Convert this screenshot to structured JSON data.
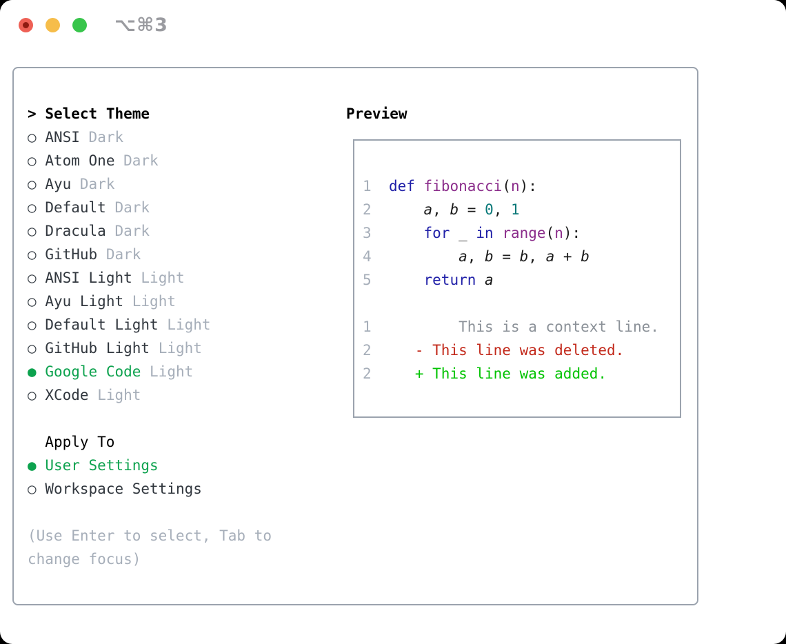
{
  "window": {
    "title": "⌥⌘3",
    "traffic_buttons": [
      "close",
      "minimize",
      "zoom"
    ]
  },
  "picker": {
    "prompt": ">",
    "header": "Select Theme",
    "unselected_bullet": "○",
    "selected_bullet": "●",
    "items": [
      {
        "name": "ANSI",
        "variant": "Dark",
        "selected": false
      },
      {
        "name": "Atom One",
        "variant": "Dark",
        "selected": false
      },
      {
        "name": "Ayu",
        "variant": "Dark",
        "selected": false
      },
      {
        "name": "Default",
        "variant": "Dark",
        "selected": false
      },
      {
        "name": "Dracula",
        "variant": "Dark",
        "selected": false
      },
      {
        "name": "GitHub",
        "variant": "Dark",
        "selected": false
      },
      {
        "name": "ANSI Light",
        "variant": "Light",
        "selected": false
      },
      {
        "name": "Ayu Light",
        "variant": "Light",
        "selected": false
      },
      {
        "name": "Default Light",
        "variant": "Light",
        "selected": false
      },
      {
        "name": "GitHub Light",
        "variant": "Light",
        "selected": false
      },
      {
        "name": "Google Code",
        "variant": "Light",
        "selected": true
      },
      {
        "name": "XCode",
        "variant": "Light",
        "selected": false
      }
    ],
    "apply_to": {
      "header": "Apply To",
      "options": [
        {
          "label": "User Settings",
          "selected": true
        },
        {
          "label": "Workspace Settings",
          "selected": false
        }
      ]
    },
    "hint": "(Use Enter to select, Tab to change focus)"
  },
  "preview": {
    "header": "Preview",
    "code_lines": [
      {
        "number": "1",
        "tokens": [
          {
            "text": "def",
            "type": "keyword"
          },
          {
            "text": " ",
            "type": "plain"
          },
          {
            "text": "fibonacci",
            "type": "function"
          },
          {
            "text": "(",
            "type": "plain"
          },
          {
            "text": "n",
            "type": "function"
          },
          {
            "text": "):",
            "type": "plain"
          }
        ]
      },
      {
        "number": "2",
        "tokens": [
          {
            "text": "    ",
            "type": "plain"
          },
          {
            "text": "a",
            "type": "variable"
          },
          {
            "text": ", ",
            "type": "plain"
          },
          {
            "text": "b",
            "type": "variable"
          },
          {
            "text": " = ",
            "type": "plain"
          },
          {
            "text": "0",
            "type": "literal"
          },
          {
            "text": ", ",
            "type": "plain"
          },
          {
            "text": "1",
            "type": "literal"
          }
        ]
      },
      {
        "number": "3",
        "tokens": [
          {
            "text": "    ",
            "type": "plain"
          },
          {
            "text": "for",
            "type": "keyword"
          },
          {
            "text": " _ ",
            "type": "plain"
          },
          {
            "text": "in",
            "type": "keyword"
          },
          {
            "text": " ",
            "type": "plain"
          },
          {
            "text": "range",
            "type": "function"
          },
          {
            "text": "(",
            "type": "plain"
          },
          {
            "text": "n",
            "type": "function"
          },
          {
            "text": "):",
            "type": "plain"
          }
        ]
      },
      {
        "number": "4",
        "tokens": [
          {
            "text": "        ",
            "type": "plain"
          },
          {
            "text": "a",
            "type": "variable"
          },
          {
            "text": ", ",
            "type": "plain"
          },
          {
            "text": "b",
            "type": "variable"
          },
          {
            "text": " = ",
            "type": "plain"
          },
          {
            "text": "b",
            "type": "variable"
          },
          {
            "text": ", ",
            "type": "plain"
          },
          {
            "text": "a",
            "type": "variable"
          },
          {
            "text": " + ",
            "type": "plain"
          },
          {
            "text": "b",
            "type": "variable"
          }
        ]
      },
      {
        "number": "5",
        "tokens": [
          {
            "text": "    ",
            "type": "plain"
          },
          {
            "text": "return",
            "type": "keyword"
          },
          {
            "text": " ",
            "type": "plain"
          },
          {
            "text": "a",
            "type": "variable"
          }
        ]
      }
    ],
    "diff_lines": [
      {
        "number": "1",
        "kind": "context",
        "text": "        This is a context line."
      },
      {
        "number": "2",
        "kind": "deleted",
        "text": "   - This line was deleted."
      },
      {
        "number": "2",
        "kind": "added",
        "text": "   + This line was added."
      }
    ]
  },
  "colors": {
    "accent_green": "#0da24e",
    "added_green": "#00c300",
    "deleted_red": "#c2281a",
    "keyword_blue": "#2020a8",
    "function_purple": "#8b2d8b",
    "literal_teal": "#087878",
    "muted_gray": "#a6aeb9",
    "context_gray": "#8b9198",
    "text_dark": "#31373e",
    "border_gray": "#9ba3ae",
    "title_gray": "#9a9ba0",
    "traffic_red": "#ee6055",
    "traffic_red_dot": "#8f1a10",
    "traffic_yellow": "#f6bd4a",
    "traffic_green": "#38c54b"
  }
}
